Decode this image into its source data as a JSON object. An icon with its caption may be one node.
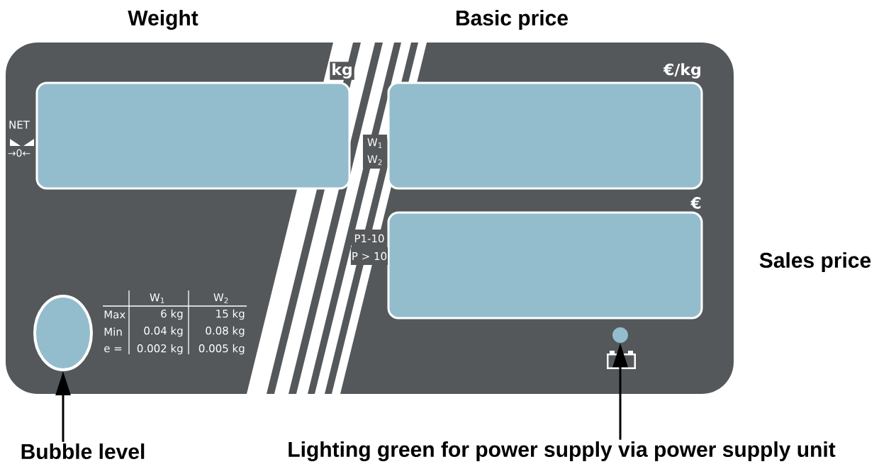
{
  "diagram": {
    "nodes": [
      {
        "text": [],
        "shape": "box"
      },
      {
        "text": [
          "kg"
        ],
        "in": 0,
        "beside": [
          "Weight",
          "NET",
          "→0←"
        ]
      },
      {
        "text": [
          "€/kg"
        ],
        "in": 0,
        "beside": [
          "Basic price"
        ]
      },
      {
        "text": [
          "€"
        ],
        "in": 0,
        "beside": [
          "Sales price",
          "P1-10",
          "P > 10"
        ]
      },
      {
        "text": [],
        "shape": "circle",
        "in": 0
      },
      {
        "text": [],
        "shape": "circle",
        "in": 0
      },
      {
        "text": [
          "Bubble level"
        ]
      },
      {
        "text": [
          "Lighting green for power supply via power supply unit"
        ]
      }
    ],
    "edges": [
      {
        "from": 6,
        "to": 4,
        "arrow": "to"
      },
      {
        "from": 7,
        "to": 5,
        "arrow": "to"
      }
    ],
    "labels": [
      "W$_{1}$",
      "W$_{2}$",
      "W$_{1}$",
      "W$_{2}$",
      "Max",
      "6 kg",
      "15 kg",
      "Min",
      "0.04 kg",
      "0.08 kg",
      "e =",
      "0.002 kg",
      "0.005 kg"
    ]
  }
}
